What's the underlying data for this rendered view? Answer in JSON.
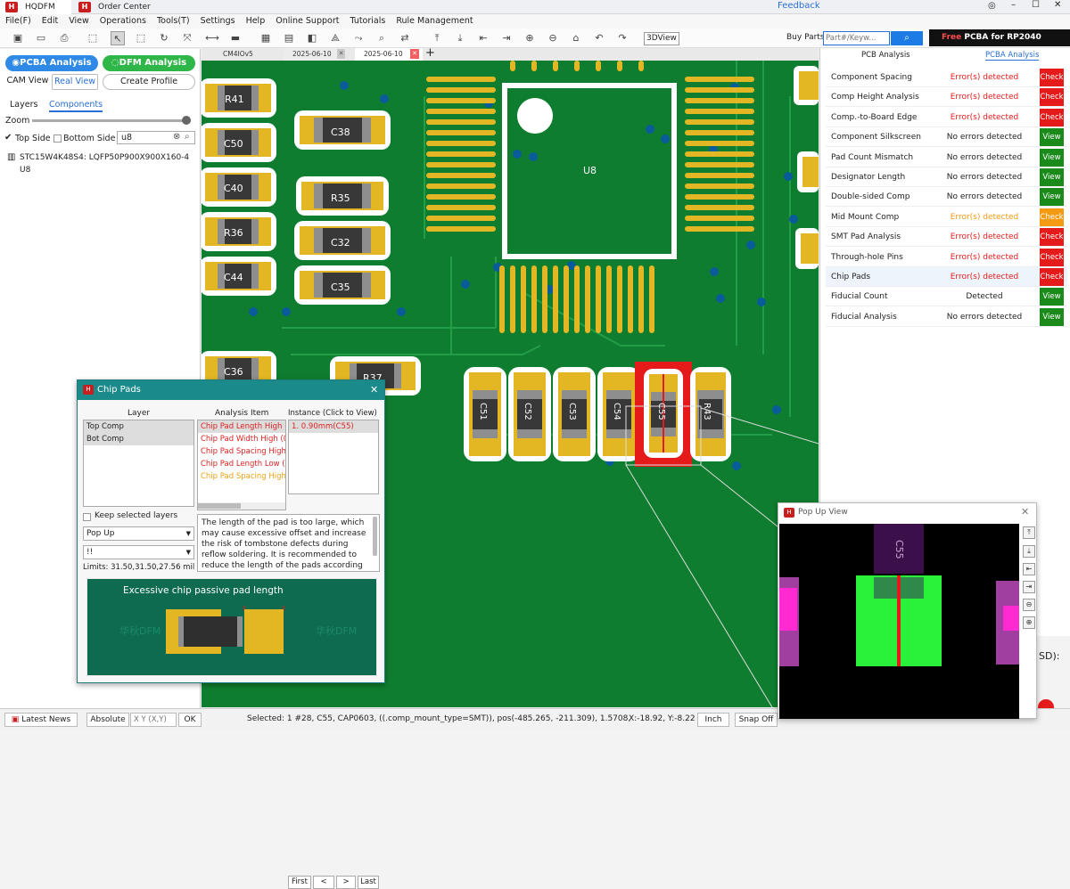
{
  "titlebar": {
    "tabs": [
      "HQDFM",
      "Order Center"
    ],
    "feedback": "Feedback",
    "icons": [
      "user-icon",
      "minimize-icon",
      "maximize-icon",
      "close-icon"
    ]
  },
  "menu": [
    "File(F)",
    "Edit",
    "View",
    "Operations",
    "Tools(T)",
    "Settings",
    "Help",
    "Online Support",
    "Tutorials",
    "Rule Management"
  ],
  "toolbar": {
    "view3d": "3DView",
    "buy_parts": "Buy Parts",
    "search_placeholder": "Part#/Keyw...",
    "banner_free": "Free",
    "banner_text": "PCBA for RP2040"
  },
  "left": {
    "pcba_analysis": "PCBA Analysis",
    "dfm_analysis": "DFM Analysis",
    "cam_view": "CAM View",
    "real_view": "Real View",
    "create_profile": "Create Profile",
    "tab_layers": "Layers",
    "tab_components": "Components",
    "zoom": "Zoom",
    "top_side": "Top Side",
    "bottom_side": "Bottom Side",
    "search_value": "u8",
    "component_line1": "STC15W4K48S4: LQFP50P900X900X160-4",
    "component_line2": "U8"
  },
  "doc_tabs": [
    "CM4IOv5",
    "2025-06-10",
    "2025-06-10"
  ],
  "canvas": {
    "chips": [
      "R41",
      "C50",
      "C40",
      "R36",
      "C44",
      "C38",
      "R35",
      "C32",
      "C35",
      "C36",
      "R37",
      "C51",
      "C52",
      "C53",
      "C54",
      "C55",
      "R43"
    ],
    "ic": "U8"
  },
  "right": {
    "tab_pcb": "PCB Analysis",
    "tab_pcba": "PCBA Analysis",
    "rows": [
      {
        "name": "Component Spacing",
        "status": "Error(s) detected",
        "action": "Check",
        "level": "error"
      },
      {
        "name": "Comp Height Analysis",
        "status": "Error(s) detected",
        "action": "Check",
        "level": "error"
      },
      {
        "name": "Comp.-to-Board Edge",
        "status": "Error(s) detected",
        "action": "Check",
        "level": "error"
      },
      {
        "name": "Component Silkscreen",
        "status": "No errors detected",
        "action": "View",
        "level": "ok"
      },
      {
        "name": "Pad Count Mismatch",
        "status": "No errors detected",
        "action": "View",
        "level": "ok"
      },
      {
        "name": "Designator Length",
        "status": "No errors detected",
        "action": "View",
        "level": "ok"
      },
      {
        "name": "Double-sided Comp",
        "status": "No errors detected",
        "action": "View",
        "level": "ok"
      },
      {
        "name": "Mid Mount Comp",
        "status": "Error(s) detected",
        "action": "Check",
        "level": "warn"
      },
      {
        "name": "SMT Pad Analysis",
        "status": "Error(s) detected",
        "action": "Check",
        "level": "error"
      },
      {
        "name": "Through-hole Pins",
        "status": "Error(s) detected",
        "action": "Check",
        "level": "error"
      },
      {
        "name": "Chip Pads",
        "status": "Error(s) detected",
        "action": "Check",
        "level": "error"
      },
      {
        "name": "Fiducial Count",
        "status": "Detected",
        "action": "View",
        "level": "ok"
      },
      {
        "name": "Fiducial Analysis",
        "status": "No errors detected",
        "action": "View",
        "level": "ok"
      }
    ],
    "partial_text": "SD):"
  },
  "dialog": {
    "title": "Chip Pads",
    "col_layer": "Layer",
    "col_item": "Analysis Item",
    "col_instance": "Instance (Click to View)",
    "layers": [
      "Top Comp",
      "Bot Comp"
    ],
    "items": [
      {
        "t": "Chip Pad Length High (0",
        "c": "#d22"
      },
      {
        "t": "Chip Pad Width High (0",
        "c": "#d22"
      },
      {
        "t": "Chip Pad Spacing High",
        "c": "#d22"
      },
      {
        "t": "Chip Pad Length Low (1",
        "c": "#d22"
      },
      {
        "t": "Chip Pad Spacing High",
        "c": "#e8a317"
      }
    ],
    "instances": [
      "1. 0.90mm(C55)"
    ],
    "keep_layers": "Keep selected layers",
    "mode": "Pop Up",
    "mode2": "!!",
    "limits": "Limits: 31.50,31.50,27.56 mil",
    "nav": [
      "First",
      "<",
      ">",
      "Last"
    ],
    "description": "The length of the pad is too large, which may cause excessive offset and increase the risk of tombstone defects during reflow soldering. It is recommended to reduce the length of the pads according",
    "illus_title": "Excessive chip passive pad length",
    "watermark": "华秋DFM"
  },
  "popup": {
    "title": "Pop Up View",
    "label": "C55"
  },
  "status": {
    "latest_news": "Latest News",
    "absolute": "Absolute",
    "xy_placeholder": "X Y (X,Y)",
    "ok": "OK",
    "selected": "Selected: 1 #28, C55, CAP0603, ((.comp_mount_type=SMT)), pos(-485.265, -211.309), 1.5708,",
    "coords": "X:-18.92, Y:-8.22",
    "unit": "Inch",
    "snap": "Snap Off"
  },
  "colors": {
    "board": "#0e7d2f",
    "pad": "#e3b724",
    "teal": "#1b8a8a",
    "error": "#e51b1b",
    "ok": "#1a8a1a",
    "warn": "#f59b13"
  }
}
